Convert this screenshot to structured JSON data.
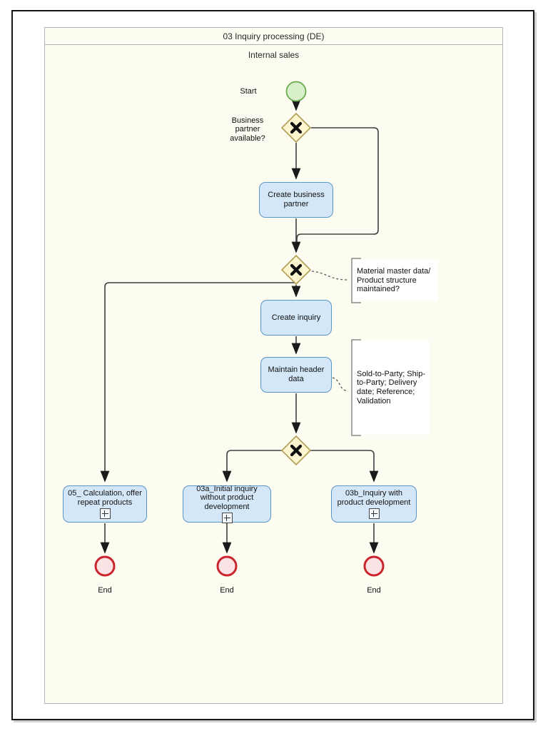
{
  "pool": {
    "title": "03 Inquiry processing (DE)",
    "lane_label": "Internal sales"
  },
  "nodes": {
    "start_label": "Start",
    "gateway1_label": "Business partner available?",
    "create_business_partner": "Create business partner",
    "create_inquiry": "Create inquiry",
    "maintain_header_data": "Maintain header data",
    "calc_offer_repeat": "05_ Calculation, offer repeat products",
    "initial_inquiry_no_dev": "03a_Initial inquiry without product development",
    "inquiry_with_dev": "03b_Inquiry with product development",
    "end_label_1": "End",
    "end_label_2": "End",
    "end_label_3": "End"
  },
  "annotations": {
    "material_master": "Material master data/ Product structure maintained?",
    "header_fields": "Sold-to-Party; Ship-to-Party; Delivery date; Reference; Validation"
  },
  "colors": {
    "pool_background": "#fdfcf0",
    "task_fill": "#d3e7f8",
    "task_border": "#5a96c8",
    "gateway_fill": "#fcf5d0",
    "gateway_border": "#b09e56",
    "start_fill": "#d9efca",
    "start_border": "#69a84e",
    "end_fill": "#fbe3e5",
    "end_border": "#c9252c",
    "flow_line": "#3f3f3f"
  }
}
